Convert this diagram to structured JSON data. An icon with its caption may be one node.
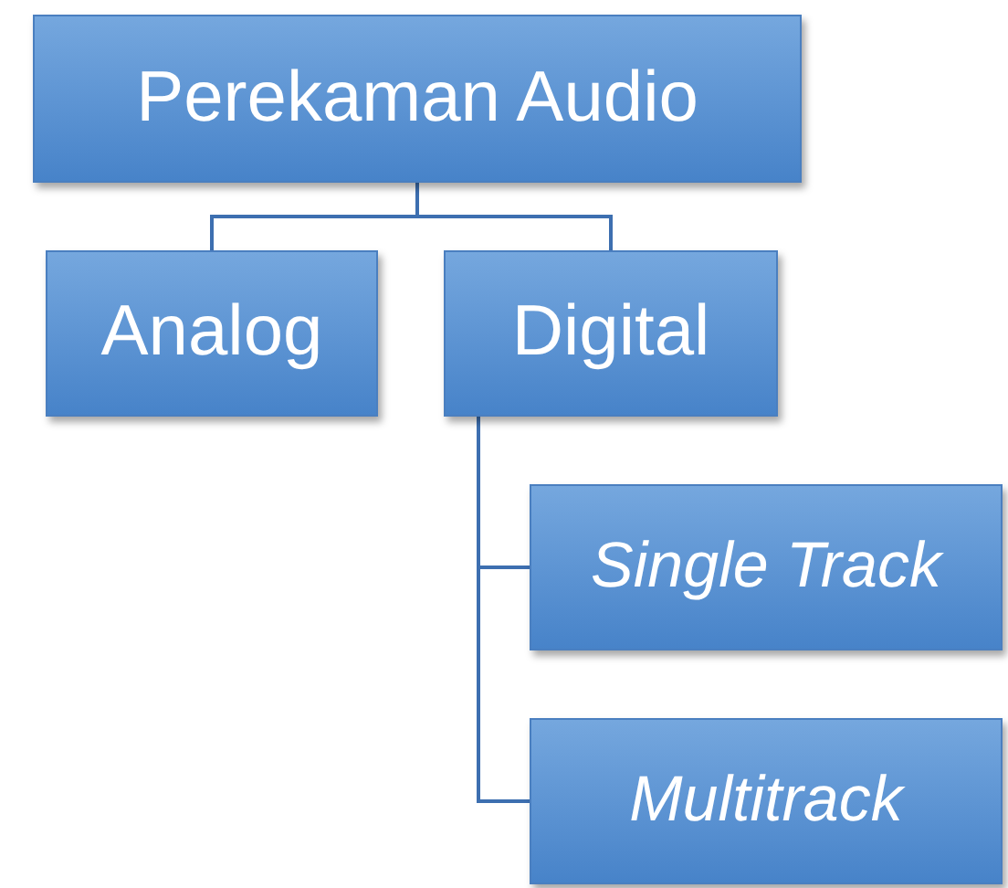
{
  "diagram": {
    "nodes": [
      {
        "text": [
          "Perekaman Audio"
        ]
      },
      {
        "text": [
          "Analog"
        ]
      },
      {
        "text": [
          "Digital"
        ]
      },
      {
        "text": [
          "Single Track"
        ]
      },
      {
        "text": [
          "Multitrack"
        ]
      }
    ],
    "edges": [
      {
        "from": 0,
        "to": 1,
        "arrow": "none"
      },
      {
        "from": 0,
        "to": 2,
        "arrow": "none"
      },
      {
        "from": 2,
        "to": 3,
        "arrow": "none"
      },
      {
        "from": 2,
        "to": 4,
        "arrow": "none"
      }
    ]
  }
}
